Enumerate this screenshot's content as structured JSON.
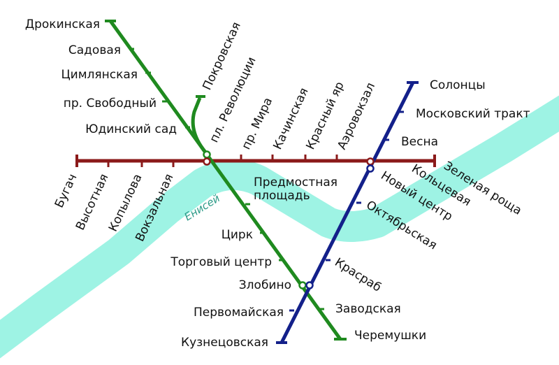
{
  "colors": {
    "background": "#ffffff",
    "river": "#9ef3e4",
    "river_label": "#2a9a86",
    "green_line": "#1f8a1f",
    "blue_line": "#13208a",
    "red_line": "#8b1a1a",
    "text": "#111111"
  },
  "river": {
    "name": "Енисей"
  },
  "lines": {
    "green": {
      "stations": [
        "Дрокинская",
        "Садовая",
        "Цимлянская",
        "пр. Свободный",
        "Юдинский сад",
        "Предмостная площадь",
        "Цирк",
        "Торговый центр",
        "Злобино",
        "Первомайская",
        "Заводская",
        "Черемушки"
      ],
      "branch": "Покровская"
    },
    "red": {
      "stations": [
        "Бугач",
        "Высотная",
        "Копылова",
        "Вокзальная",
        "пл. Революции",
        "пр. Мира",
        "Качинская",
        "Красный яр",
        "Аэровокзал",
        "Зеленая роща"
      ]
    },
    "blue": {
      "stations": [
        "Солонцы",
        "Московский тракт",
        "Весна",
        "Кольцевая",
        "Новый центр",
        "Октябрьская",
        "Красраб",
        "Кузнецовская"
      ]
    }
  }
}
